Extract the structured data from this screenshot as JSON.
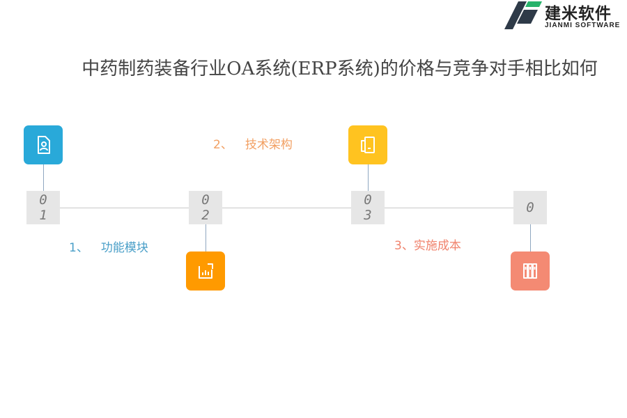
{
  "brand": {
    "name": "建米软件",
    "subtitle": "JIANMI SOFTWARE",
    "colors": {
      "dark": "#2e3a48",
      "green": "#27b36b"
    }
  },
  "title": "中药制药装备行业OA系统(ERP系统)的价格与竞争对手相比如何",
  "steps": [
    {
      "digits": [
        "0",
        "1"
      ],
      "label_num": "1、",
      "label_text": "功能模块",
      "icon": "user-document-icon",
      "color": "#29a9d9",
      "label_color": "#4a9fc8"
    },
    {
      "digits": [
        "0",
        "2"
      ],
      "label_num": "2、",
      "label_text": "技术架构",
      "icon": "bar-chart-icon",
      "color": "#ff9a00",
      "label_color": "#f2a063"
    },
    {
      "digits": [
        "0",
        "3"
      ],
      "label_num": "3、",
      "label_text": "实施成本",
      "icon": "tablet-icon",
      "color": "#ffc320",
      "label_color": "#f0836d"
    },
    {
      "digits": [
        "0",
        ""
      ],
      "icon": "book-icon",
      "color": "#f48a73"
    }
  ]
}
